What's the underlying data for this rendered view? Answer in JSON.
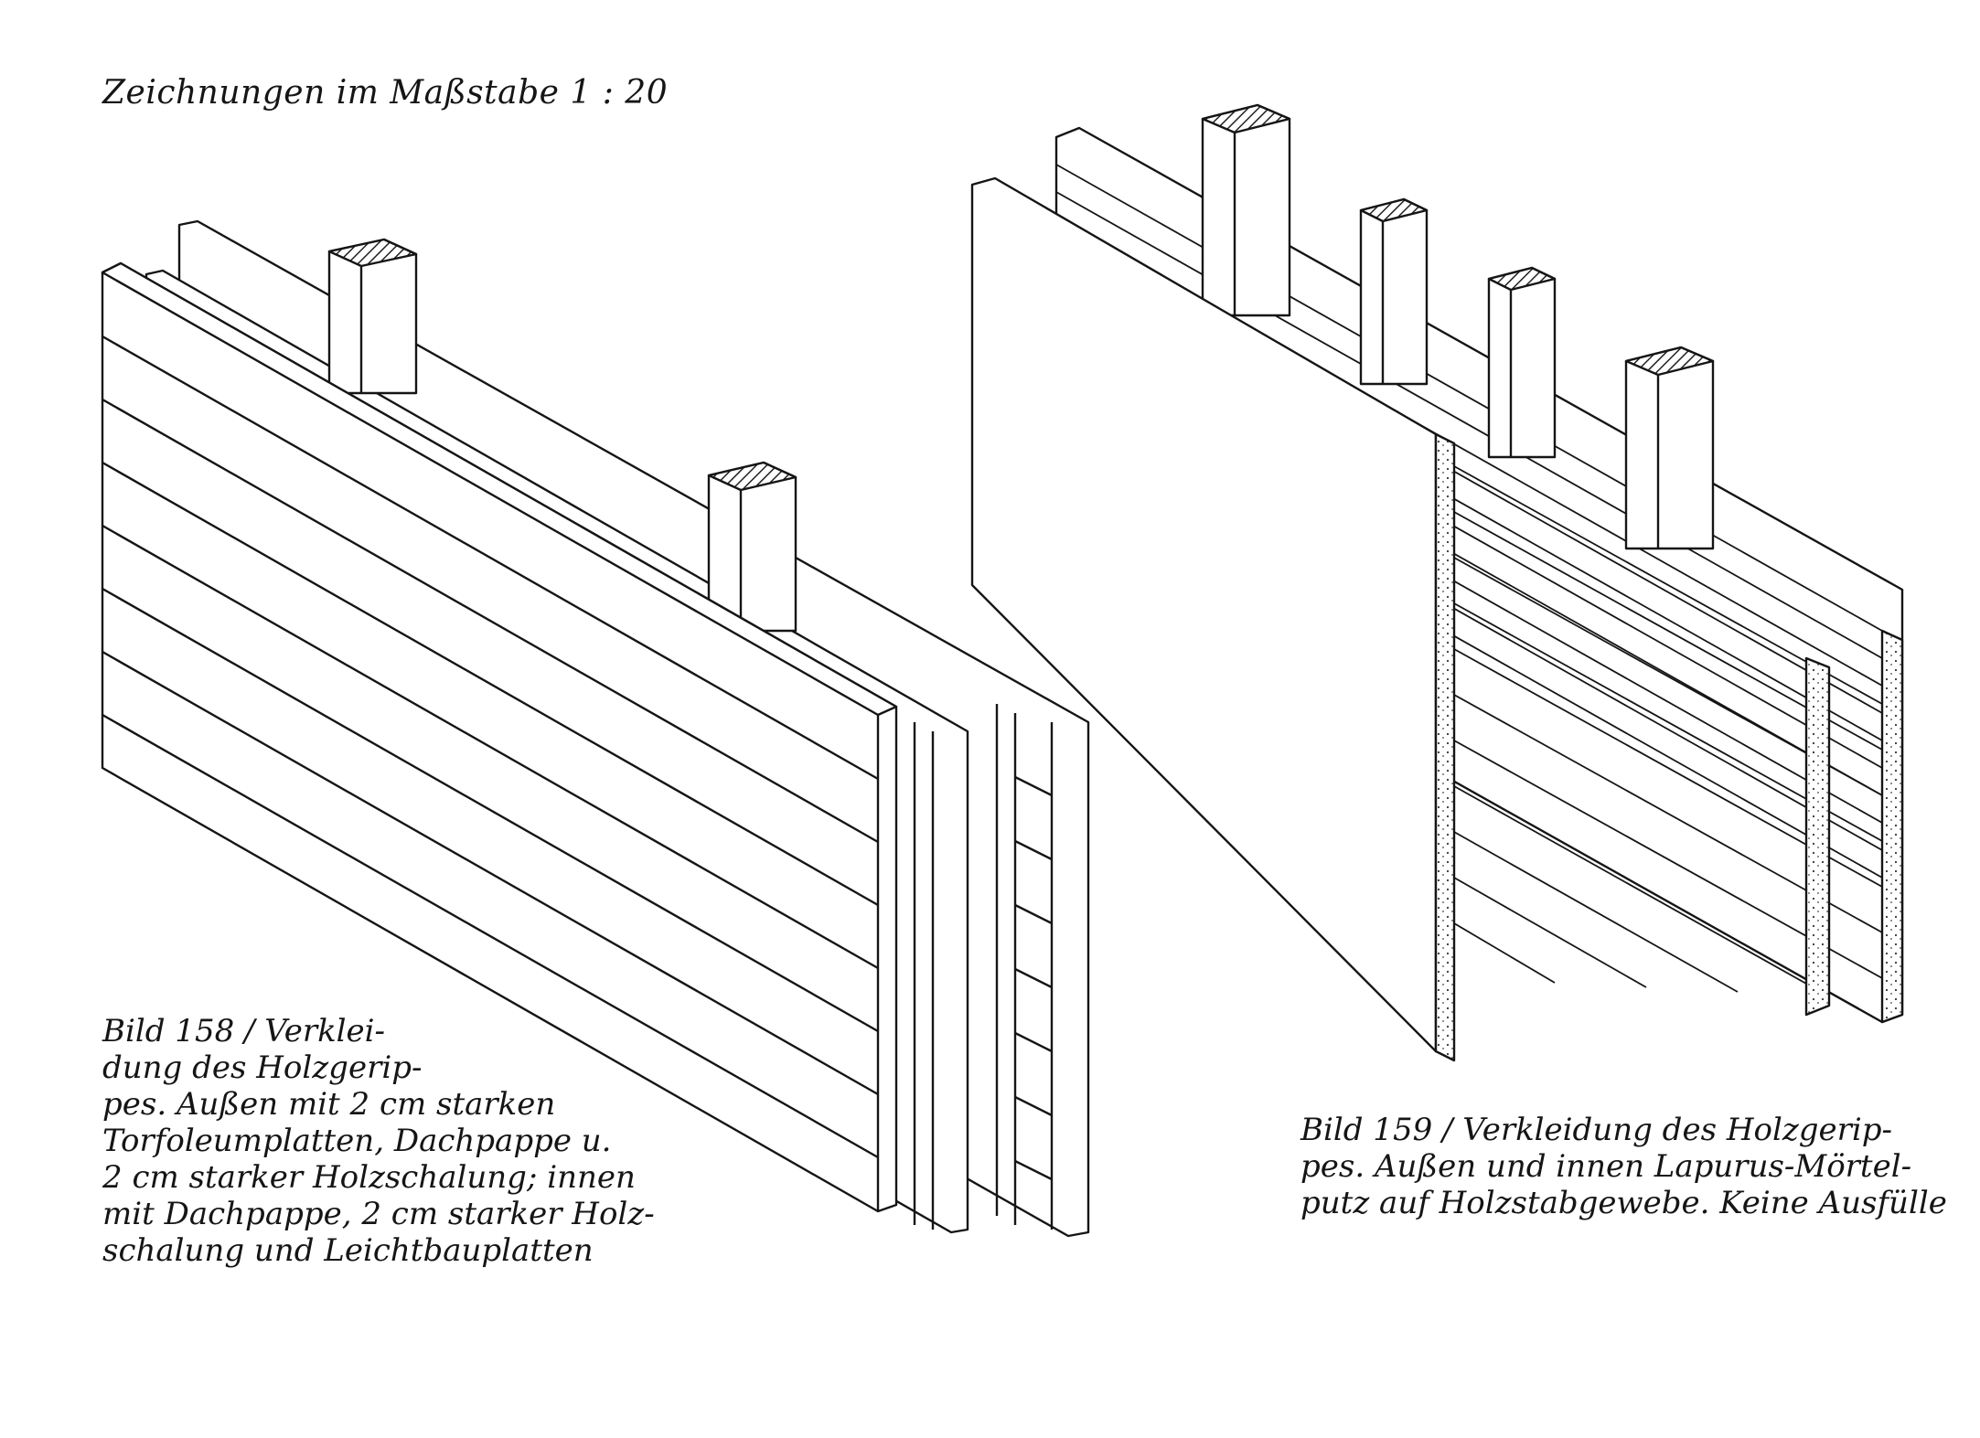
{
  "page": {
    "heading": "Zeichnungen im Maßstabe 1 : 20"
  },
  "figure_158": {
    "caption_lines": [
      "Bild 158 / Verklei-",
      "dung des Holzgerip-",
      "pes. Außen mit 2 cm starken",
      "Torfoleumplatten, Dachpappe u.",
      "2 cm starker Holzschalung; innen",
      "mit Dachpappe, 2 cm starker Holz-",
      "schalung und Leichtbauplatten"
    ]
  },
  "figure_159": {
    "caption_lines": [
      "Bild 159 / Verkleidung des Holzgerip-",
      "pes. Außen und innen Lapurus-Mörtel-",
      "putz auf Holzstabgewebe. Keine Ausfülle"
    ]
  },
  "colors": {
    "ink": "#151515",
    "paper": "#ffffff"
  }
}
